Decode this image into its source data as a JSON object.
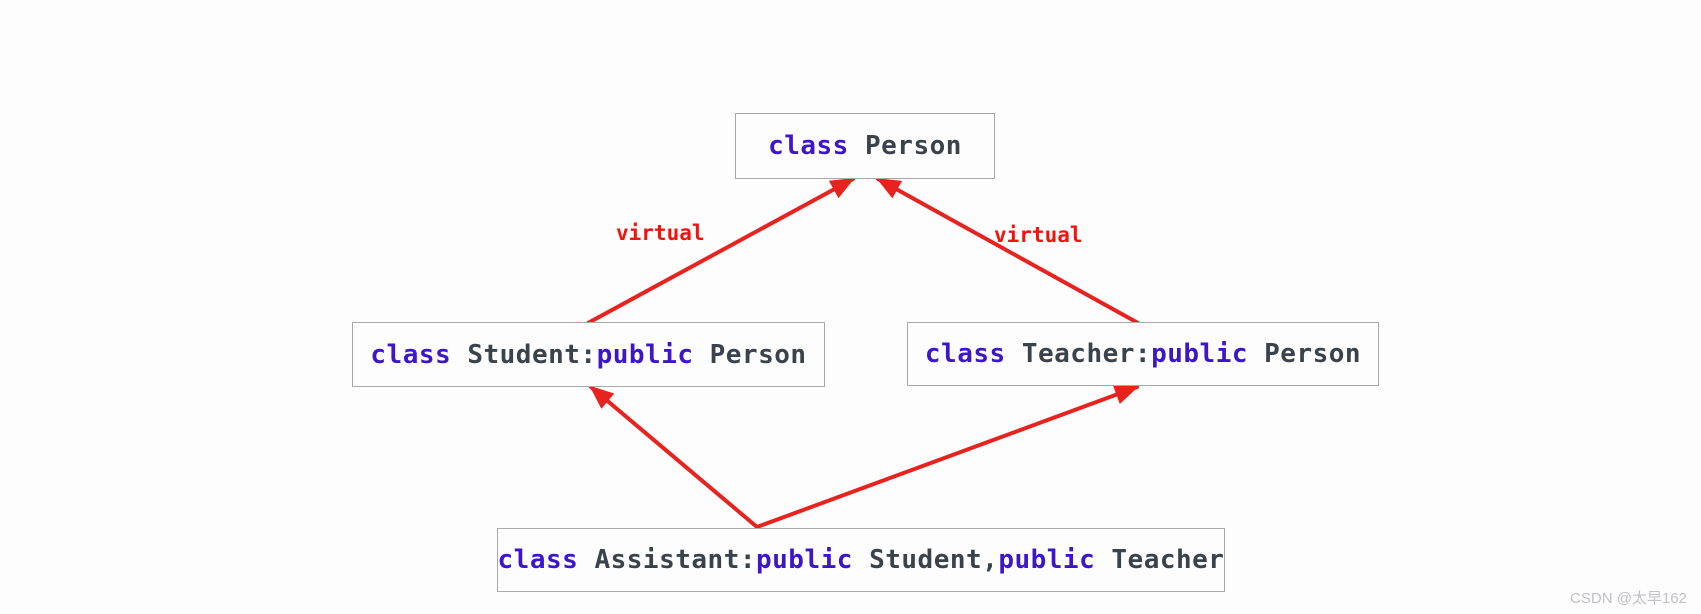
{
  "colors": {
    "keyword": "#3c16c8",
    "identifier": "#3a434c",
    "arrow": "#e8221e",
    "box_border": "#a9a9a9",
    "box_bg": "#fdfdfd",
    "label_red": "#f2120e",
    "watermark": "#c2c2c6",
    "background": "#fdfdfd"
  },
  "diagram": {
    "boxes": {
      "person": [
        "class",
        " Person"
      ],
      "student": [
        "class",
        " Student:",
        "public",
        " Person"
      ],
      "teacher": [
        "class",
        " Teacher:",
        "public",
        " Person"
      ],
      "assistant": [
        "class",
        " Assistant:",
        "public",
        " Student,",
        "public",
        " Teacher"
      ]
    },
    "edge_labels": {
      "left": "virtual",
      "right": "virtual"
    },
    "edges": [
      {
        "from": "Student",
        "to": "Person",
        "label": "virtual"
      },
      {
        "from": "Teacher",
        "to": "Person",
        "label": "virtual"
      },
      {
        "from": "Assistant",
        "to": "Student",
        "label": ""
      },
      {
        "from": "Assistant",
        "to": "Teacher",
        "label": ""
      }
    ],
    "watermark": "CSDN @太早162"
  }
}
